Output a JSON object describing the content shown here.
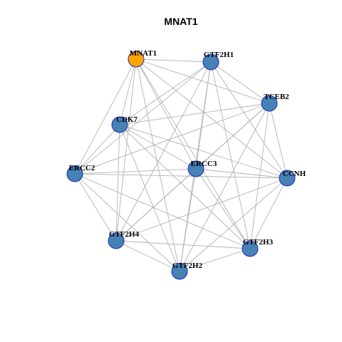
{
  "title": "MNAT1",
  "colors": {
    "hub_fill": "#ffa500",
    "hub_stroke": "#a8326b",
    "node_fill": "#4682b4",
    "node_stroke": "#1f2bb8",
    "edge": "#b3b3b3"
  },
  "network": {
    "hub": "MNAT1",
    "nodes": [
      "MNAT1",
      "GTF2H1",
      "TCEB2",
      "CDK7",
      "ERCC2",
      "ERCC3",
      "CCNH",
      "GTF2H4",
      "GTF2H3",
      "GTF2H2"
    ],
    "edges": [
      [
        "MNAT1",
        "GTF2H1"
      ],
      [
        "MNAT1",
        "TCEB2"
      ],
      [
        "MNAT1",
        "CDK7"
      ],
      [
        "MNAT1",
        "ERCC2"
      ],
      [
        "MNAT1",
        "ERCC3"
      ],
      [
        "MNAT1",
        "CCNH"
      ],
      [
        "MNAT1",
        "GTF2H4"
      ],
      [
        "MNAT1",
        "GTF2H3"
      ],
      [
        "MNAT1",
        "GTF2H2"
      ],
      [
        "GTF2H1",
        "TCEB2"
      ],
      [
        "GTF2H1",
        "CDK7"
      ],
      [
        "GTF2H1",
        "ERCC2"
      ],
      [
        "GTF2H1",
        "ERCC3"
      ],
      [
        "GTF2H1",
        "CCNH"
      ],
      [
        "GTF2H1",
        "GTF2H4"
      ],
      [
        "GTF2H1",
        "GTF2H3"
      ],
      [
        "GTF2H1",
        "GTF2H2"
      ],
      [
        "TCEB2",
        "CDK7"
      ],
      [
        "TCEB2",
        "ERCC2"
      ],
      [
        "TCEB2",
        "ERCC3"
      ],
      [
        "TCEB2",
        "CCNH"
      ],
      [
        "TCEB2",
        "GTF2H4"
      ],
      [
        "TCEB2",
        "GTF2H3"
      ],
      [
        "TCEB2",
        "GTF2H2"
      ],
      [
        "CDK7",
        "ERCC2"
      ],
      [
        "CDK7",
        "ERCC3"
      ],
      [
        "CDK7",
        "CCNH"
      ],
      [
        "CDK7",
        "GTF2H4"
      ],
      [
        "CDK7",
        "GTF2H3"
      ],
      [
        "CDK7",
        "GTF2H2"
      ],
      [
        "ERCC2",
        "ERCC3"
      ],
      [
        "ERCC2",
        "CCNH"
      ],
      [
        "ERCC2",
        "GTF2H4"
      ],
      [
        "ERCC2",
        "GTF2H3"
      ],
      [
        "ERCC2",
        "GTF2H2"
      ],
      [
        "ERCC3",
        "CCNH"
      ],
      [
        "ERCC3",
        "GTF2H4"
      ],
      [
        "ERCC3",
        "GTF2H3"
      ],
      [
        "ERCC3",
        "GTF2H2"
      ],
      [
        "CCNH",
        "GTF2H4"
      ],
      [
        "CCNH",
        "GTF2H3"
      ],
      [
        "CCNH",
        "GTF2H2"
      ],
      [
        "GTF2H4",
        "GTF2H3"
      ],
      [
        "GTF2H4",
        "GTF2H2"
      ],
      [
        "GTF2H3",
        "GTF2H2"
      ]
    ]
  }
}
